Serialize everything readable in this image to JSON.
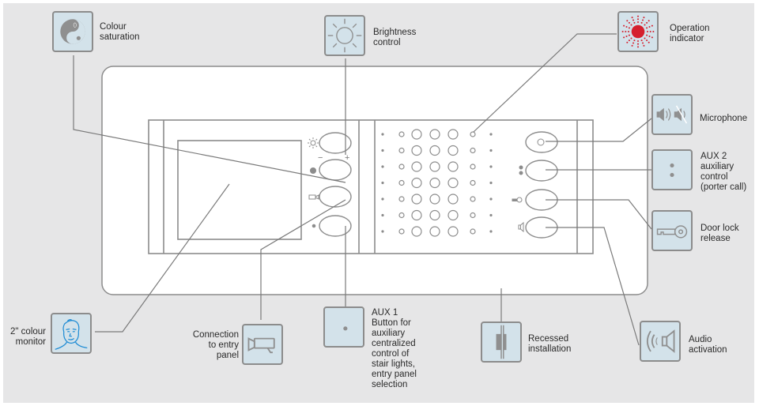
{
  "title": "Video intercom handset – features",
  "colors": {
    "background": "#e6e6e7",
    "icon_box_fill": "#d3e2ea",
    "icon_box_border": "#8c8c8c",
    "line": "#7a7a7a",
    "operation_indicator": "#d5202e",
    "monitor_face": "#1a8ad4"
  },
  "callouts": [
    {
      "id": "colour-saturation",
      "icon": "colour-saturation-icon",
      "label": "Colour\nsaturation"
    },
    {
      "id": "brightness-control",
      "icon": "brightness-sun-icon",
      "label": "Brightness\ncontrol"
    },
    {
      "id": "operation-indicator",
      "icon": "operation-indicator-icon",
      "label": "Operation\nindicator"
    },
    {
      "id": "microphone",
      "icon": "microphone-icon",
      "label": "Microphone"
    },
    {
      "id": "aux2",
      "icon": "aux2-dots-icon",
      "label": "AUX 2\nauxiliary\ncontrol\n(porter call)"
    },
    {
      "id": "door-lock-release",
      "icon": "key-icon",
      "label": "Door lock\nrelease"
    },
    {
      "id": "audio-activation",
      "icon": "speaker-icon",
      "label": "Audio\nactivation"
    },
    {
      "id": "recessed-installation",
      "icon": "recessed-installation-icon",
      "label": "Recessed\ninstallation"
    },
    {
      "id": "aux1",
      "icon": "aux1-dot-icon",
      "label": "AUX 1\nButton for\nauxiliary\ncentralized\ncontrol of\nstair lights,\nentry panel\nselection"
    },
    {
      "id": "connection-entry-panel",
      "icon": "camera-icon",
      "label": "Connection\nto entry\npanel"
    },
    {
      "id": "colour-monitor",
      "icon": "face-monitor-icon",
      "label": "2\" colour\nmonitor"
    }
  ],
  "device": {
    "brightness_minus": "−",
    "brightness_plus": "+"
  }
}
